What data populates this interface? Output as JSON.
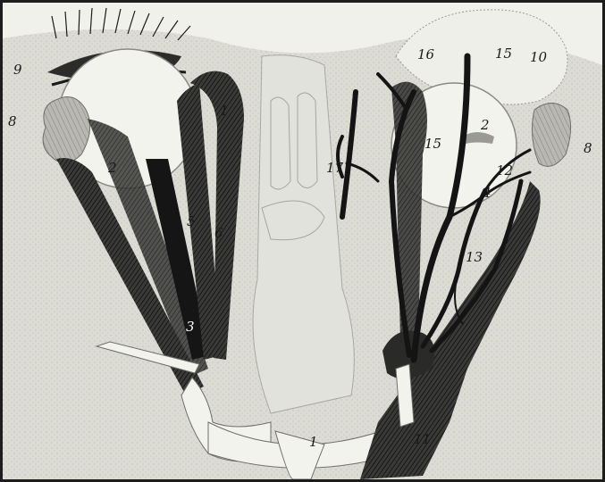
{
  "labels": {
    "l1": "1",
    "l1b": "1",
    "l2": "2",
    "l2b": "2",
    "l3": "3",
    "l4": "4",
    "l5": "5",
    "l6": "6",
    "l8a": "8",
    "l8b": "8",
    "l9": "9",
    "l10": "10",
    "l11": "11",
    "l12": "12",
    "l13": "13",
    "l15a": "15",
    "l15b": "15",
    "l16": "16",
    "l17": "17"
  },
  "colors": {
    "paper": "#e9e9e3",
    "ink": "#1a1a1a",
    "mid": "#6f6f6a",
    "light": "#f3f3ee"
  }
}
